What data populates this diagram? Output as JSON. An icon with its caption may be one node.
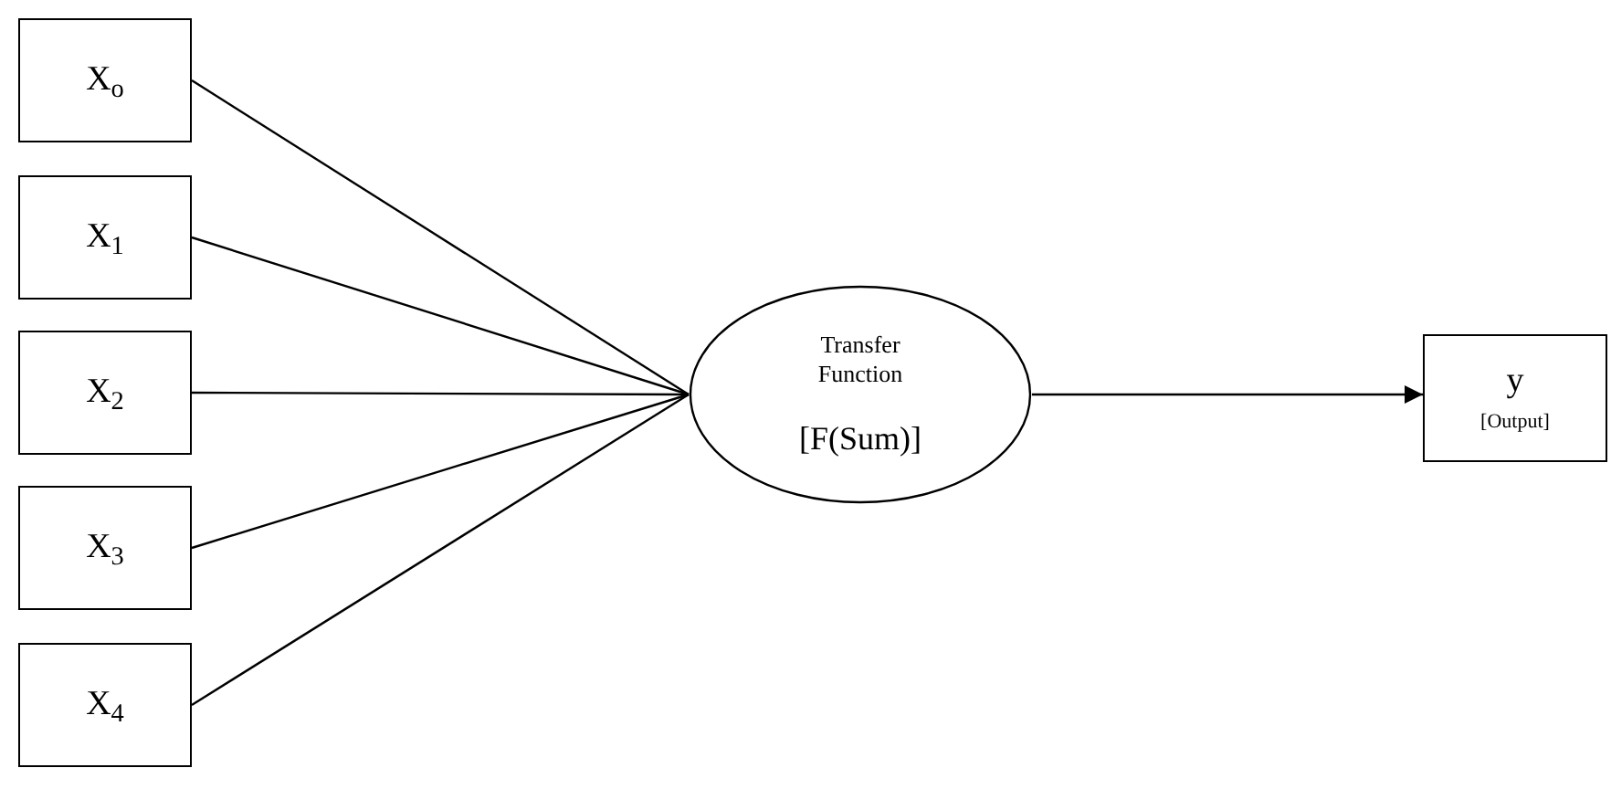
{
  "diagram": {
    "nodes": [
      {
        "text": [
          "X$_{o}$"
        ]
      },
      {
        "text": [
          "X$_{1}$"
        ]
      },
      {
        "text": [
          "X$_{2}$"
        ]
      },
      {
        "text": [
          "X$_{3}$"
        ]
      },
      {
        "text": [
          "X$_{4}$"
        ]
      },
      {
        "text": [
          "Transfer Function",
          "[F(Sum)]"
        ]
      },
      {
        "text": [
          "y",
          "[Output]"
        ]
      }
    ],
    "edges": [
      {
        "from": 0,
        "to": 5,
        "arrow": "none"
      },
      {
        "from": 1,
        "to": 5,
        "arrow": "none"
      },
      {
        "from": 2,
        "to": 5,
        "arrow": "none"
      },
      {
        "from": 3,
        "to": 5,
        "arrow": "none"
      },
      {
        "from": 4,
        "to": 5,
        "arrow": "none"
      },
      {
        "from": 5,
        "to": 6,
        "arrow": "to"
      }
    ]
  }
}
